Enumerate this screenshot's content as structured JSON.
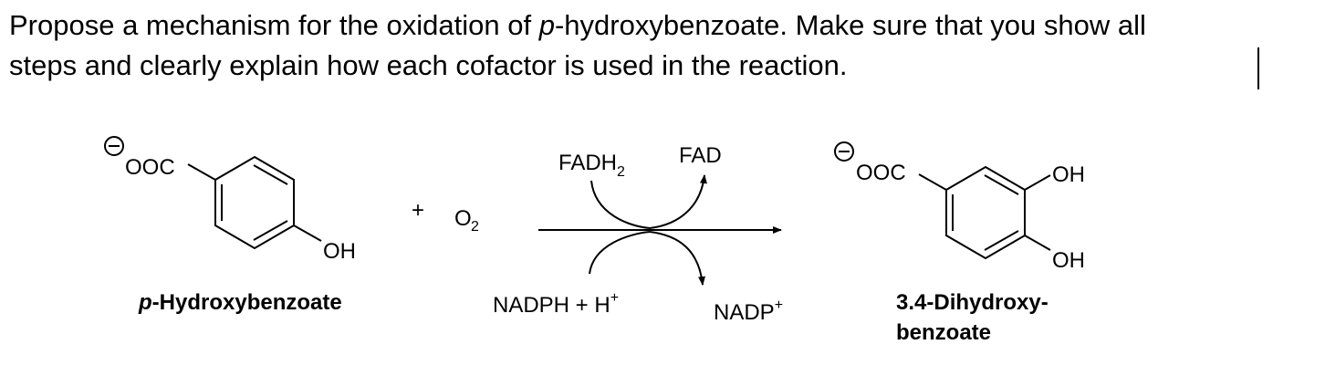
{
  "question": {
    "line1_a": "Propose a mechanism for the oxidation of ",
    "line1_italic": "p",
    "line1_b": "-hydroxybenzoate. Make sure that you show all",
    "line2": "steps and clearly explain how each cofactor is used in the reaction."
  },
  "reactant": {
    "carboxylate": "OOC",
    "hydroxyl": "OH",
    "name_italic": "p",
    "name_rest": "-Hydroxybenzoate"
  },
  "oxygen": {
    "plus": "+",
    "symbol": "O",
    "subscript": "2"
  },
  "cofactors": {
    "fadh2_main": "FADH",
    "fadh2_sub": "2",
    "fad": "FAD",
    "nadph_main": "NADPH + H",
    "nadph_sup": "+",
    "nadp_main": "NADP",
    "nadp_sup": "+"
  },
  "product": {
    "carboxylate": "OOC",
    "hydroxyl_top": "OH",
    "hydroxyl_bottom": "OH",
    "name_line1": "3.4-Dihydroxy-",
    "name_line2": "benzoate"
  }
}
